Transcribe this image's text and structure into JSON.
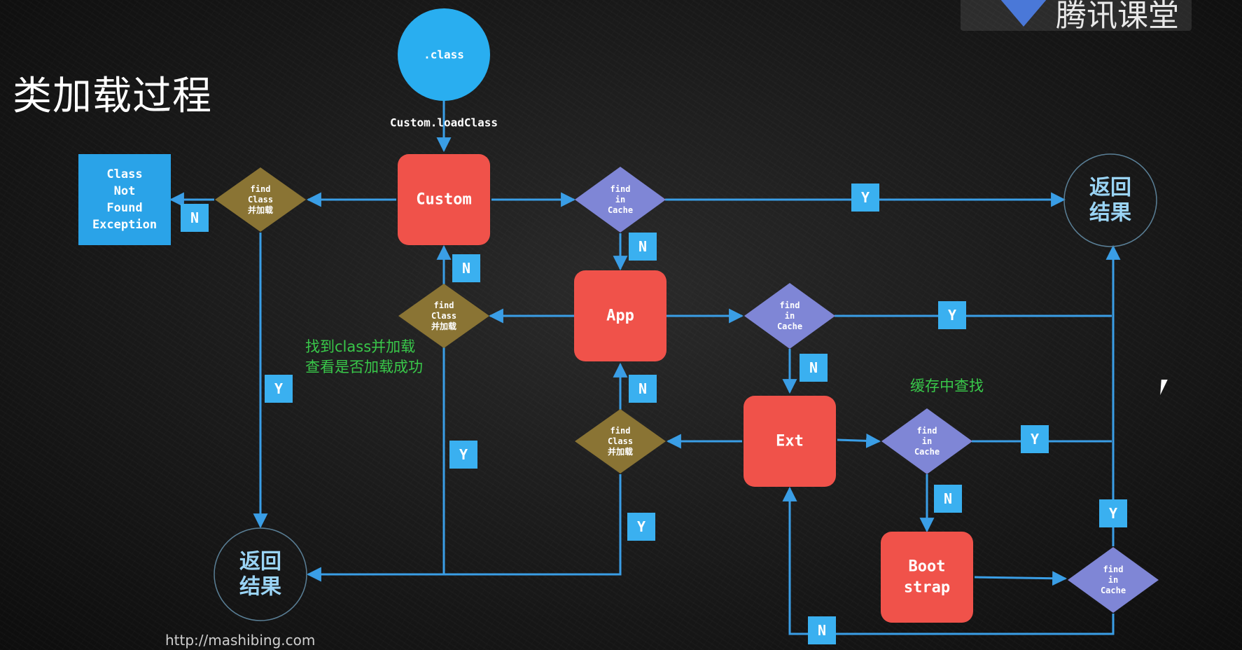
{
  "title": "类加载过程",
  "logo_text": "腾讯课堂",
  "url_text": "http://mashibing.com",
  "notes": {
    "find_and_load": [
      "找到class并加载",
      "查看是否加载成功"
    ],
    "cache_lookup": "缓存中查找"
  },
  "colors": {
    "background": "#1c1c1c",
    "loader_box": "#f0524a",
    "cache_diamond": "#7f86d6",
    "find_diamond": "#8a7434",
    "label_box": "#3ab0f0",
    "arrow": "#3a9ee6",
    "note_text": "#39c84a"
  },
  "nodes": {
    "class_file": ".class",
    "load_call": "Custom.loadClass",
    "custom": "Custom",
    "app": "App",
    "ext": "Ext",
    "bootstrap": [
      "Boot",
      "strap"
    ],
    "not_found": [
      "Class",
      "Not",
      "Found",
      "Exception"
    ],
    "return_top": [
      "返回",
      "结果"
    ],
    "return_bottom": [
      "返回",
      "结果"
    ],
    "find_in_cache": [
      "find",
      "in",
      "Cache"
    ],
    "find_class_load": [
      "find",
      "Class",
      "并加载"
    ]
  },
  "edge_labels": {
    "yes": "Y",
    "no": "N"
  }
}
